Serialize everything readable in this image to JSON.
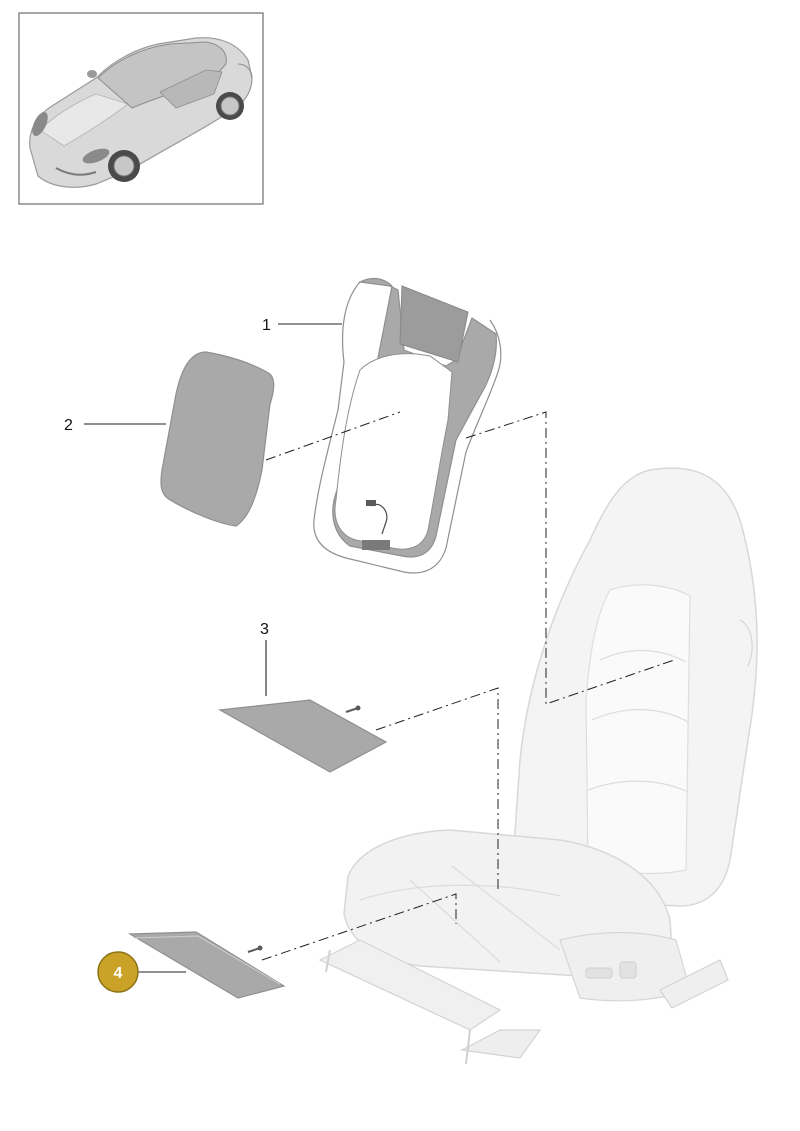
{
  "callouts": [
    {
      "number": "1"
    },
    {
      "number": "2"
    },
    {
      "number": "3"
    },
    {
      "number": "4",
      "highlighted": true
    }
  ],
  "colors": {
    "part_fill": "#a9a9a9",
    "part_stroke": "#8f8f8f",
    "seat_fill": "#f1f1f1",
    "seat_stroke": "#d6d6d6",
    "highlight_badge": "#c9a227",
    "highlight_badge_stroke": "#8d7316",
    "line": "#222222"
  }
}
